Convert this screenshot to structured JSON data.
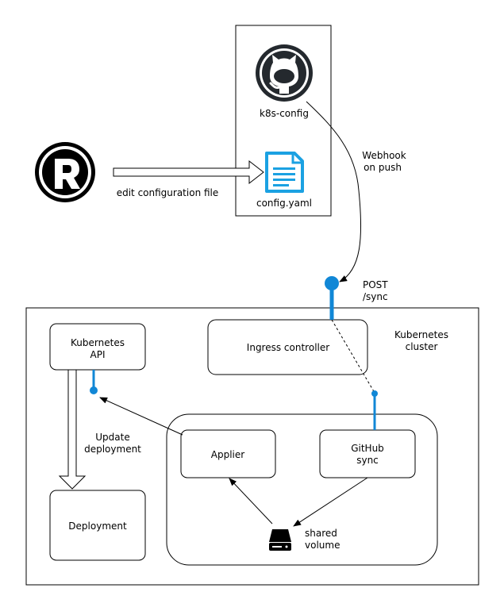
{
  "repo": {
    "name": "k8s-config",
    "file": "config.yaml"
  },
  "user": {
    "action_label": "edit configuration file"
  },
  "webhook": {
    "line1": "Webhook",
    "line2": "on push"
  },
  "endpoint": {
    "line1": "POST",
    "line2": "/sync"
  },
  "cluster": {
    "label_line1": "Kubernetes",
    "label_line2": "cluster",
    "kubernetes_api": {
      "line1": "Kubernetes",
      "line2": "API"
    },
    "ingress_controller": "Ingress controller",
    "update_label": {
      "line1": "Update",
      "line2": "deployment"
    },
    "deployment": "Deployment",
    "applier": "Applier",
    "github_sync": {
      "line1": "GitHub",
      "line2": "sync"
    },
    "shared_volume": {
      "line1": "shared",
      "line2": "volume"
    }
  },
  "colors": {
    "accent_blue": "#1187d6",
    "github_dark": "#24292e",
    "file_icon": "#1ba1e2"
  },
  "icons": {
    "github": "github-octocat-icon",
    "file": "document-icon",
    "user": "user-logo-icon",
    "volume": "disk-drive-icon"
  }
}
